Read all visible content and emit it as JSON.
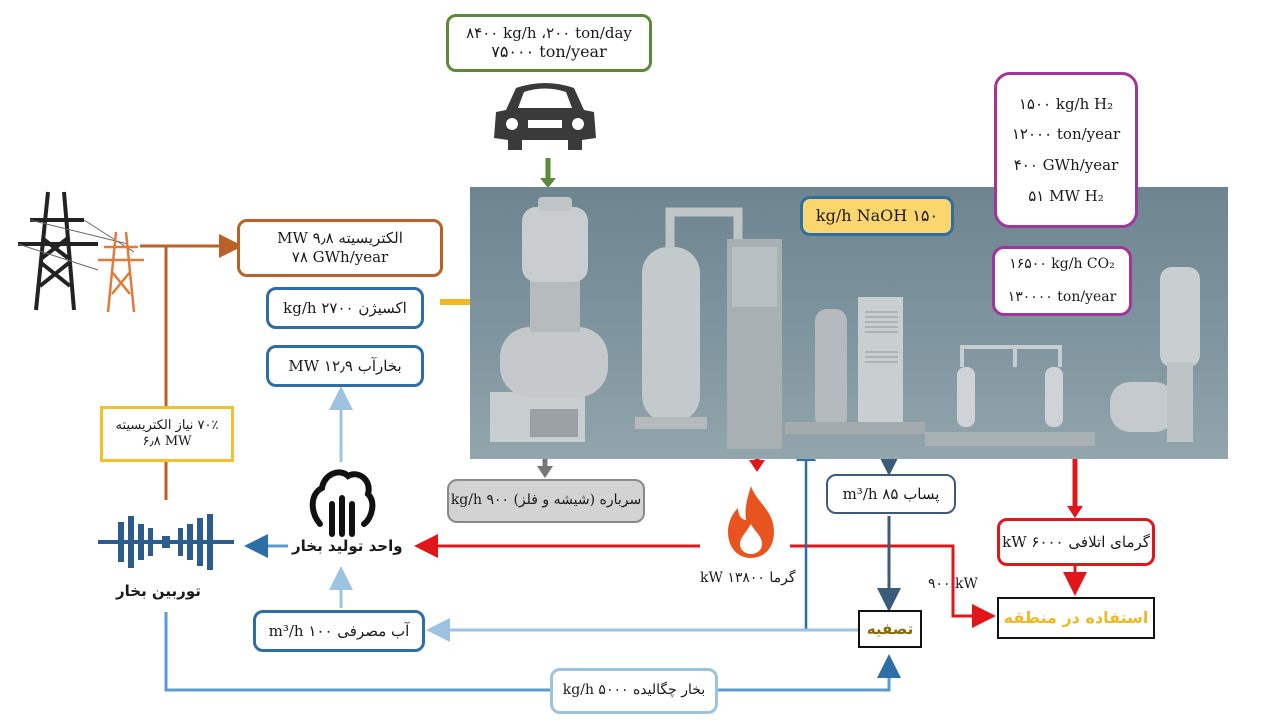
{
  "feed": {
    "line1": "۸۴۰۰ kg/h ،۲۰۰ ton/day",
    "line2": "۷۵۰۰۰ ton/year",
    "icon": "scrap-car-icon"
  },
  "hydrogen_output": {
    "line1": "۱۵۰۰ kg/h H₂",
    "line2": "۱۲۰۰۰ ton/year",
    "line3": "۴۰۰ GWh/year",
    "line4": "۵۱ MW H₂"
  },
  "co2_output": {
    "line1": "۱۶۵۰۰ kg/h CO₂",
    "line2": "۱۳۰۰۰۰ ton/year"
  },
  "electricity": {
    "line1": "الکتریسیته MW ۹٫۸",
    "line2": "۷۸ GWh/year",
    "icon": "power-tower-icon"
  },
  "oxygen": {
    "text": "اکسیژن kg/h ۲۷۰۰"
  },
  "steam_input": {
    "text": "بخارآب MW ۱۲٫۹"
  },
  "naoh": {
    "text": "۱۵۰ kg/h NaOH"
  },
  "electricity_share": {
    "line1": "۷۰٪ نیاز الکتریسیته",
    "line2": "۶٫۸ MW"
  },
  "slag": {
    "text": "سرباره (شیشه و فلز) kg/h ۹۰۰"
  },
  "heat": {
    "text": "گرما kW ۱۳۸۰۰",
    "icon": "fire-icon"
  },
  "wastewater": {
    "text": "پساب m³/h ۸۵"
  },
  "waste_heat": {
    "text": "گرمای اتلافی kW ۶۰۰۰"
  },
  "regional_use": {
    "text": "استفاده در منطقه"
  },
  "heat_branch": {
    "text": "۹۰۰ kW"
  },
  "treatment": {
    "text": "تصفیه"
  },
  "steam_unit": {
    "text": "واحد تولید بخار",
    "icon": "steam-cloud-icon"
  },
  "steam_turbine": {
    "text": "توربین بخار",
    "icon": "turbine-icon"
  },
  "water_consumption": {
    "text": "آب مصرفی m³/h ۱۰۰"
  },
  "condensate": {
    "text": "بخار چگالیده kg/h ۵۰۰۰"
  },
  "colors": {
    "green": "#5a8a3a",
    "purple": "#a0359a",
    "brown": "#b8622a",
    "blue": "#2e6ea6",
    "light_blue": "#9cc3e0",
    "yellow": "#f2b822",
    "red": "#e0161b",
    "gray": "#777777",
    "fire": "#e8541f"
  }
}
